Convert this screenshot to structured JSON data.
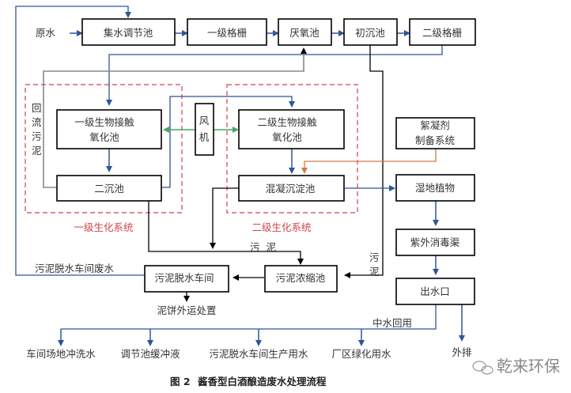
{
  "diagram": {
    "nodes": {
      "raw_water": "原水",
      "equalization_tank": "集水调节池",
      "primary_screen": "一级格栅",
      "anaerobic_tank": "厌氧池",
      "primary_clarifier": "初沉池",
      "secondary_screen": "二级格栅",
      "bio_contact_1_line1": "一级生物接触",
      "bio_contact_1_line2": "氧化池",
      "secondary_clarifier": "二沉池",
      "blower_line1": "风",
      "blower_line2": "机",
      "bio_contact_2_line1": "二级生物接触",
      "bio_contact_2_line2": "氧化池",
      "coag_sed_tank": "混凝沉淀池",
      "flocculant_line1": "絮凝剂",
      "flocculant_line2": "制备系统",
      "wetland": "湿地植物",
      "uv_channel": "紫外消毒渠",
      "outlet": "出水口",
      "sludge_thickener": "污泥浓缩池",
      "sludge_dewatering": "污泥脱水车间",
      "cake_disposal": "泥饼外运处置"
    },
    "labels": {
      "return_sludge": [
        "回",
        "流",
        "污",
        "泥"
      ],
      "system_1": "一级生化系统",
      "system_2": "二级生化系统",
      "sludge_mid": "污  泥",
      "sludge_right": [
        "污",
        "泥"
      ],
      "dewatering_wastewater": "污泥脱水车间废水",
      "reclaimed_water": "中水回用",
      "discharge": "外排"
    },
    "reuse_targets": [
      "车间场地冲洗水",
      "调节池缓冲液",
      "污泥脱水车间生产用水",
      "厂区绿化用水"
    ],
    "caption": {
      "figure_no": "图 2",
      "title": "酱香型白酒酿造废水处理流程"
    },
    "watermark": "乾来环保",
    "colors": {
      "water_line": "#2f5597",
      "air_line": "#4aa564",
      "chemical_line": "#d07a4a",
      "sludge_line": "#000000",
      "system_border": "#d0434c",
      "return_line": "#888888"
    }
  }
}
